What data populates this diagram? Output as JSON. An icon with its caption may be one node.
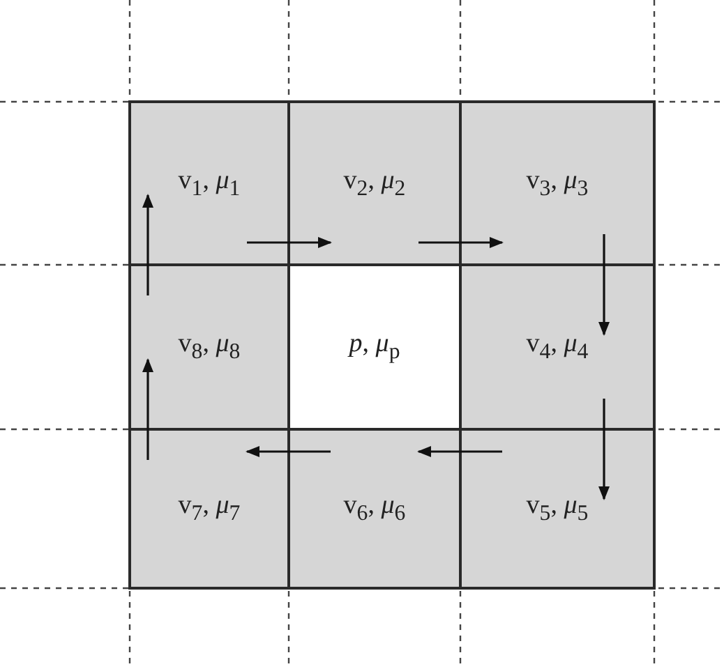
{
  "diagram": {
    "nodes": [
      {
        "text": [
          "v$_{1}$, *μ*$_{1}$"
        ]
      },
      {
        "text": [
          "v$_{2}$, *μ*$_{2}$"
        ]
      },
      {
        "text": [
          "v$_{3}$, *μ*$_{3}$"
        ]
      },
      {
        "text": [
          "v$_{8}$, *μ*$_{8}$"
        ]
      },
      {
        "text": [
          "*p*, *μ*$_{p}$"
        ]
      },
      {
        "text": [
          "v$_{4}$, *μ*$_{4}$"
        ]
      },
      {
        "text": [
          "v$_{7}$, *μ*$_{7}$"
        ]
      },
      {
        "text": [
          "v$_{6}$, *μ*$_{6}$"
        ]
      },
      {
        "text": [
          "v$_{5}$, *μ*$_{5}$"
        ]
      }
    ],
    "edges": [
      {
        "from": 0,
        "to": 1,
        "arrow": "to"
      },
      {
        "from": 1,
        "to": 2,
        "arrow": "to"
      },
      {
        "from": 2,
        "to": 5,
        "arrow": "to"
      },
      {
        "from": 5,
        "to": 8,
        "arrow": "to"
      },
      {
        "from": 8,
        "to": 7,
        "arrow": "to"
      },
      {
        "from": 7,
        "to": 6,
        "arrow": "to"
      },
      {
        "from": 6,
        "to": 3,
        "arrow": "to"
      },
      {
        "from": 3,
        "to": 0,
        "arrow": "to"
      }
    ]
  }
}
